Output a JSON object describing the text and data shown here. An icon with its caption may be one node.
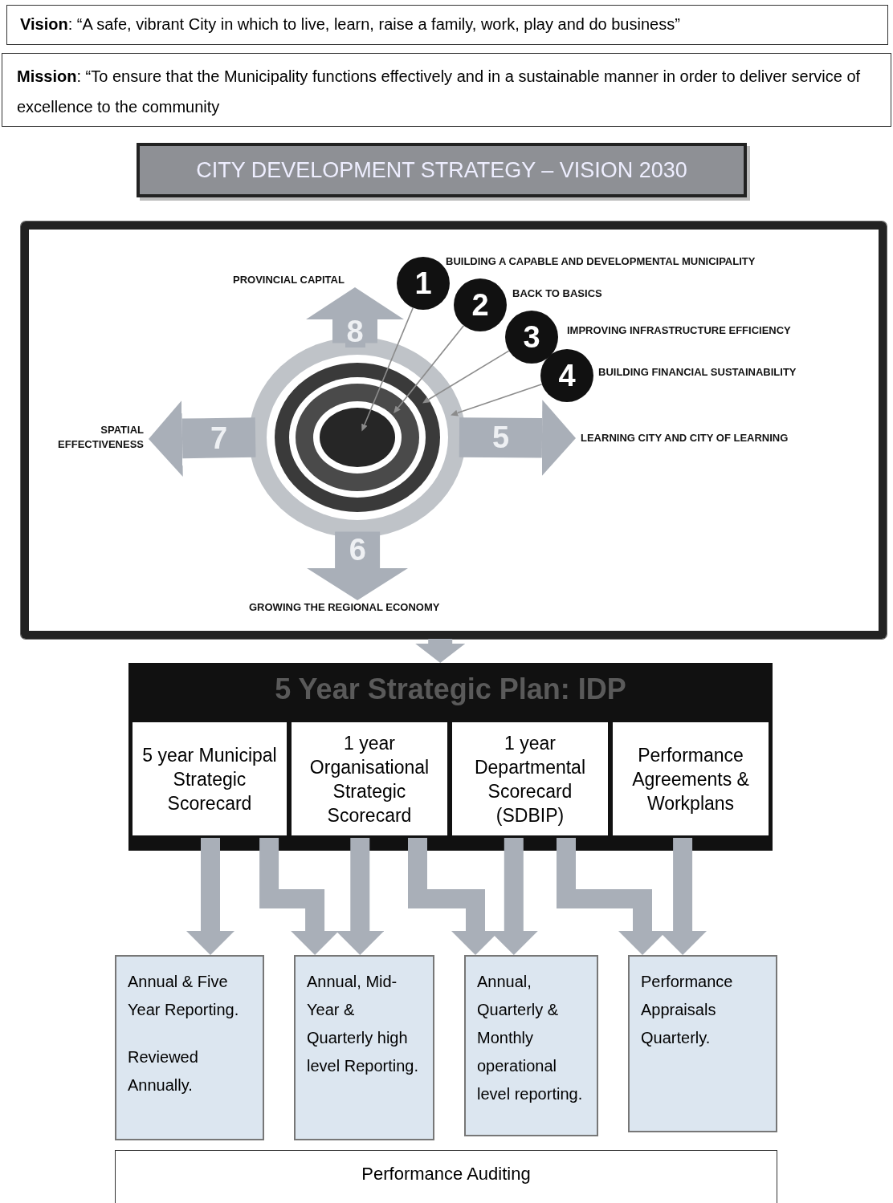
{
  "diagram": {
    "nodes": [
      {
        "text": [
          "**Vision**: “A safe, vibrant City in which to live, learn, raise a family, work, play and do business”"
        ]
      },
      {
        "text": [
          "**Mission**: “To ensure that the Municipality functions effectively and in a sustainable manner in order to deliver service of excellence to the community"
        ]
      },
      {
        "text": [
          "CITY DEVELOPMENT STRATEGY – VISION 2030"
        ]
      },
      {
        "text": [],
        "shape": "box"
      },
      {
        "text": [],
        "shape": "circle",
        "in": 3
      },
      {
        "text": [
          "1"
        ],
        "beside": [
          "BUILDING A CAPABLE AND DEVELOPMENTAL MUNICIPALITY"
        ],
        "in": 3
      },
      {
        "text": [
          "2"
        ],
        "beside": [
          "BACK TO BASICS"
        ],
        "in": 3
      },
      {
        "text": [
          "3"
        ],
        "beside": [
          "IMPROVING INFRASTRUCTURE EFFICIENCY"
        ],
        "in": 3
      },
      {
        "text": [
          "4"
        ],
        "beside": [
          "BUILDING FINANCIAL SUSTAINABILITY"
        ],
        "in": 3
      },
      {
        "text": [
          "PROVINCIAL CAPITAL"
        ],
        "in": 3
      },
      {
        "text": [
          "SPATIAL EFFECTIVENESS"
        ],
        "in": 3
      },
      {
        "text": [
          "LEARNING CITY AND CITY OF LEARNING"
        ],
        "in": 3
      },
      {
        "text": [
          "GROWING THE REGIONAL ECONOMY"
        ],
        "in": 3
      },
      {
        "text": [
          "5 Year Strategic Plan: IDP"
        ]
      },
      {
        "text": [
          "5 year Municipal Strategic Scorecard"
        ],
        "in": 13
      },
      {
        "text": [
          "1 year Organisational Strategic Scorecard"
        ],
        "in": 13
      },
      {
        "text": [
          "1 year Departmental Scorecard (SDBIP)"
        ],
        "in": 13
      },
      {
        "text": [
          "Performance Agreements & Workplans"
        ],
        "in": 13
      },
      {
        "text": [
          "Annual & Five Year Reporting.",
          "Reviewed Annually."
        ]
      },
      {
        "text": [
          "Annual, Mid-Year & Quarterly high level Reporting."
        ]
      },
      {
        "text": [
          "Annual, Quarterly & Monthly operational level reporting."
        ]
      },
      {
        "text": [
          "Performance Appraisals Quarterly."
        ]
      },
      {
        "text": [
          "Performance Auditing"
        ]
      }
    ],
    "edges": [
      {
        "from": 5,
        "to": 4,
        "arrow": "to"
      },
      {
        "from": 6,
        "to": 4,
        "arrow": "to"
      },
      {
        "from": 7,
        "to": 4,
        "arrow": "to"
      },
      {
        "from": 8,
        "to": 4,
        "arrow": "to"
      },
      {
        "from": 4,
        "to": 9,
        "label": "8",
        "arrow": "to",
        "style": "thick"
      },
      {
        "from": 4,
        "to": 10,
        "label": "7",
        "arrow": "to",
        "style": "thick"
      },
      {
        "from": 4,
        "to": 11,
        "label": "5",
        "arrow": "to",
        "style": "thick"
      },
      {
        "from": 4,
        "to": 12,
        "label": "6",
        "arrow": "to",
        "style": "thick"
      },
      {
        "from": 3,
        "to": 13,
        "arrow": "to"
      },
      {
        "from": 14,
        "to": 18,
        "arrow": "to"
      },
      {
        "from": 15,
        "to": 19,
        "arrow": "to"
      },
      {
        "from": 16,
        "to": 20,
        "arrow": "to"
      },
      {
        "from": 17,
        "to": 21,
        "arrow": "to"
      },
      {
        "from": 14,
        "to": 19,
        "arrow": "to"
      },
      {
        "from": 15,
        "to": 20,
        "arrow": "to"
      },
      {
        "from": 16,
        "to": 21,
        "arrow": "to"
      }
    ]
  }
}
